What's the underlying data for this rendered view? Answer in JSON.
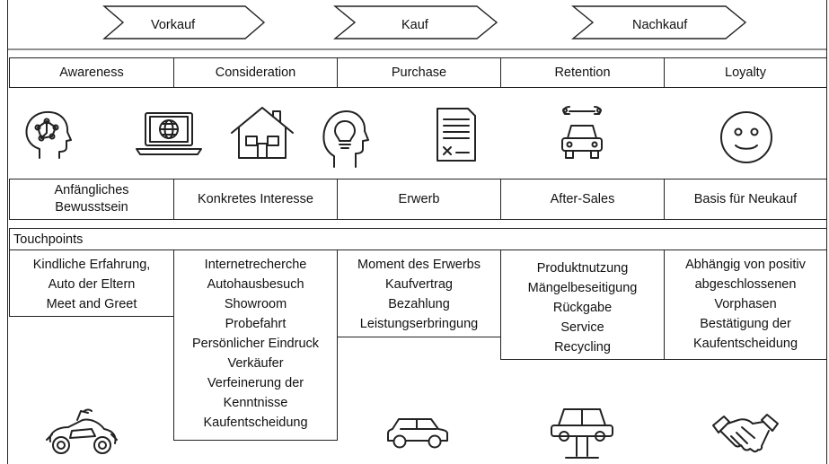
{
  "phases": [
    "Vorkauf",
    "Kauf",
    "Nachkauf"
  ],
  "stages": [
    "Awareness",
    "Consideration",
    "Purchase",
    "Retention",
    "Loyalty"
  ],
  "descriptions": [
    [
      "Anfängliches",
      "Bewusstsein"
    ],
    [
      "Konkretes Interesse"
    ],
    [
      "Erwerb"
    ],
    [
      "After-Sales"
    ],
    [
      "Basis für Neukauf"
    ]
  ],
  "touchpoints_label": "Touchpoints",
  "touchpoints": [
    [
      "Kindliche Erfahrung,",
      "Auto der Eltern",
      "Meet and Greet"
    ],
    [
      "Internetrecherche",
      "Autohausbesuch",
      "Showroom",
      "Probefahrt",
      "Persönlicher Eindruck",
      "Verkäufer",
      "Verfeinerung der",
      "Kenntnisse",
      "Kaufentscheidung"
    ],
    [
      "Moment des Erwerbs",
      "Kaufvertrag",
      "Bezahlung",
      "Leistungserbringung"
    ],
    [
      "Produktnutzung",
      "Mängelbeseitigung",
      "Rückgabe",
      "Service",
      "Recycling"
    ],
    [
      "Abhängig von positiv",
      "abgeschlossenen",
      "Vorphasen",
      "Bestätigung der",
      "Kaufentscheidung"
    ]
  ],
  "icons": [
    "brain-head-icon",
    "laptop-globe-icon",
    "house-icon",
    "lightbulb-head-icon",
    "invoice-icon",
    "car-wrench-icon",
    "smiley-icon",
    "toy-car-image",
    "car-icon",
    "car-lift-icon",
    "handshake-icon"
  ]
}
